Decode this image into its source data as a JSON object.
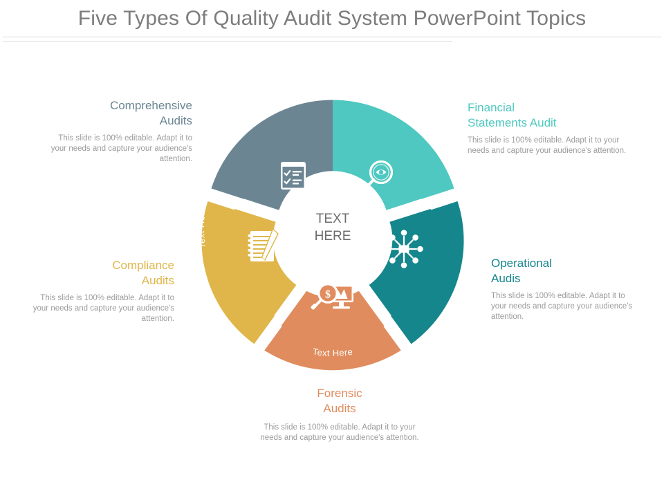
{
  "slide": {
    "title": "Five Types Of Quality Audit System PowerPoint Topics",
    "center_label": "TEXT\nHERE",
    "body_text": "This slide is 100% editable. Adapt it to your needs and capture your audience's attention.",
    "ring_label": "Text Here"
  },
  "colors": {
    "slate": "#6b8593",
    "teal_light": "#4ec8c0",
    "teal_dark": "#14868c",
    "salmon": "#e08c5e",
    "gold": "#e0b64a",
    "title": "#7c7c7c",
    "body": "#9b9b9b",
    "center_text": "#6d6d6d",
    "rule": "#d9d9d9",
    "background": "#ffffff"
  },
  "chart_data": {
    "type": "pie",
    "title": "Five Types Of Quality Audit System",
    "categories": [
      "Financial Statements Audit",
      "Operational Audis",
      "Forensic Audits",
      "Compliance Audits",
      "Comprehensive Audits"
    ],
    "values": [
      20,
      20,
      20,
      20,
      20
    ],
    "xlabel": "",
    "ylabel": "",
    "legend": "none",
    "grid": false
  },
  "segments": [
    {
      "id": "comprehensive",
      "heading": "Comprehensive\nAudits",
      "body": "This slide is 100% editable. Adapt it to your needs and capture your audience's attention.",
      "ring_label": "Text Here",
      "color": "#6b8593",
      "icon": "checklist-clipboard-icon",
      "start_angle": 288,
      "end_angle": 360,
      "share": 20
    },
    {
      "id": "financial",
      "heading": "Financial\nStatements Audit",
      "body": "This slide is 100% editable. Adapt it to your needs and capture your audience's attention.",
      "ring_label": "Text Here",
      "color": "#4ec8c0",
      "icon": "magnifier-eye-icon",
      "start_angle": 0,
      "end_angle": 72,
      "share": 20
    },
    {
      "id": "operational",
      "heading": "Operational\nAudis",
      "body": "This slide is 100% editable. Adapt it to your needs and capture your audience's attention.",
      "ring_label": "Text Here",
      "color": "#14868c",
      "icon": "network-hub-icon",
      "start_angle": 72,
      "end_angle": 144,
      "share": 20
    },
    {
      "id": "forensic",
      "heading": "Forensic\nAudits",
      "body": "This slide is 100% editable. Adapt it to your needs and capture your audience's attention.",
      "ring_label": "Text Here",
      "color": "#e08c5e",
      "icon": "magnifier-dollar-monitor-icon",
      "start_angle": 144,
      "end_angle": 216,
      "share": 20
    },
    {
      "id": "compliance",
      "heading": "Compliance\nAudits",
      "body": "This slide is 100% editable. Adapt it to your needs and capture your audience's attention.",
      "ring_label": "Text Here",
      "color": "#e0b64a",
      "icon": "notepad-pen-icon",
      "start_angle": 216,
      "end_angle": 288,
      "share": 20
    }
  ]
}
